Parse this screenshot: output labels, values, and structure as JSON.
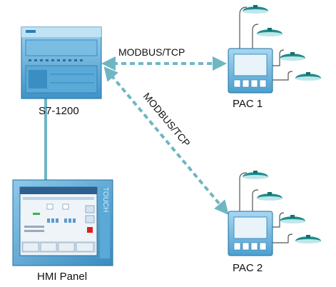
{
  "nodes": {
    "plc": {
      "label": "S7-1200"
    },
    "hmi": {
      "label": "HMI Panel",
      "brand": "TOUCH"
    },
    "pac1": {
      "label": "PAC 1"
    },
    "pac2": {
      "label": "PAC 2"
    }
  },
  "links": {
    "plc_pac1": {
      "protocol": "MODBUS/TCP"
    },
    "plc_pac2": {
      "protocol": "MODBUS/TCP"
    }
  },
  "colors": {
    "link": "#6fb6c4",
    "device_blue": "#5aa9d6",
    "device_dark": "#1f6f9c",
    "lamp": "#1f8b8b"
  }
}
